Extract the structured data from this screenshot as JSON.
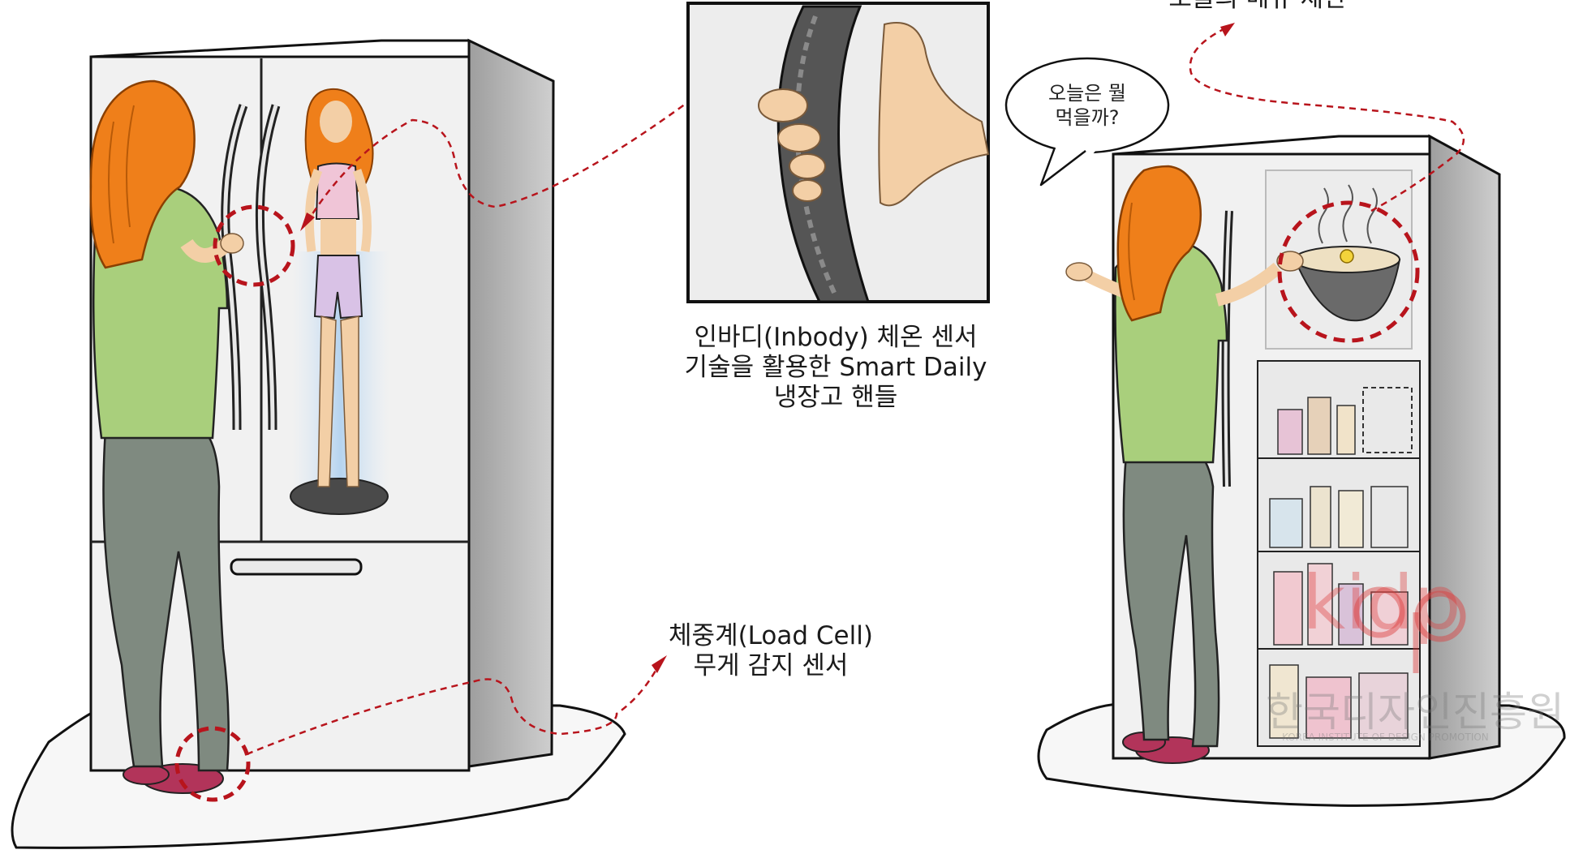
{
  "captions": {
    "handle": {
      "line1": "인바디(Inbody) 체온 센서",
      "line2": "기술을  활용한 Smart Daily",
      "line3": "냉장고 핸들"
    },
    "load_cell": {
      "line1": "체중계(Load Cell)",
      "line2": "무게 감지 센서"
    },
    "menu": {
      "line1": "오늘의 메뉴 제안"
    }
  },
  "speech_bubble": {
    "line1": "오늘은 뭘",
    "line2": "먹을까?"
  },
  "watermark": {
    "logo": "kidp",
    "name": "한국디자인진흥원",
    "english": "KOREA INSTITUTE OF DESIGN PROMOTION"
  },
  "colors": {
    "accent_red": "#b8141c",
    "hair": "#ef7f1a",
    "shirt": "#a9cf7c",
    "pants": "#7f8a80",
    "slipper": "#b2345a",
    "fridge_front": "#f1f1f1",
    "fridge_side": "#b9b9b9"
  }
}
